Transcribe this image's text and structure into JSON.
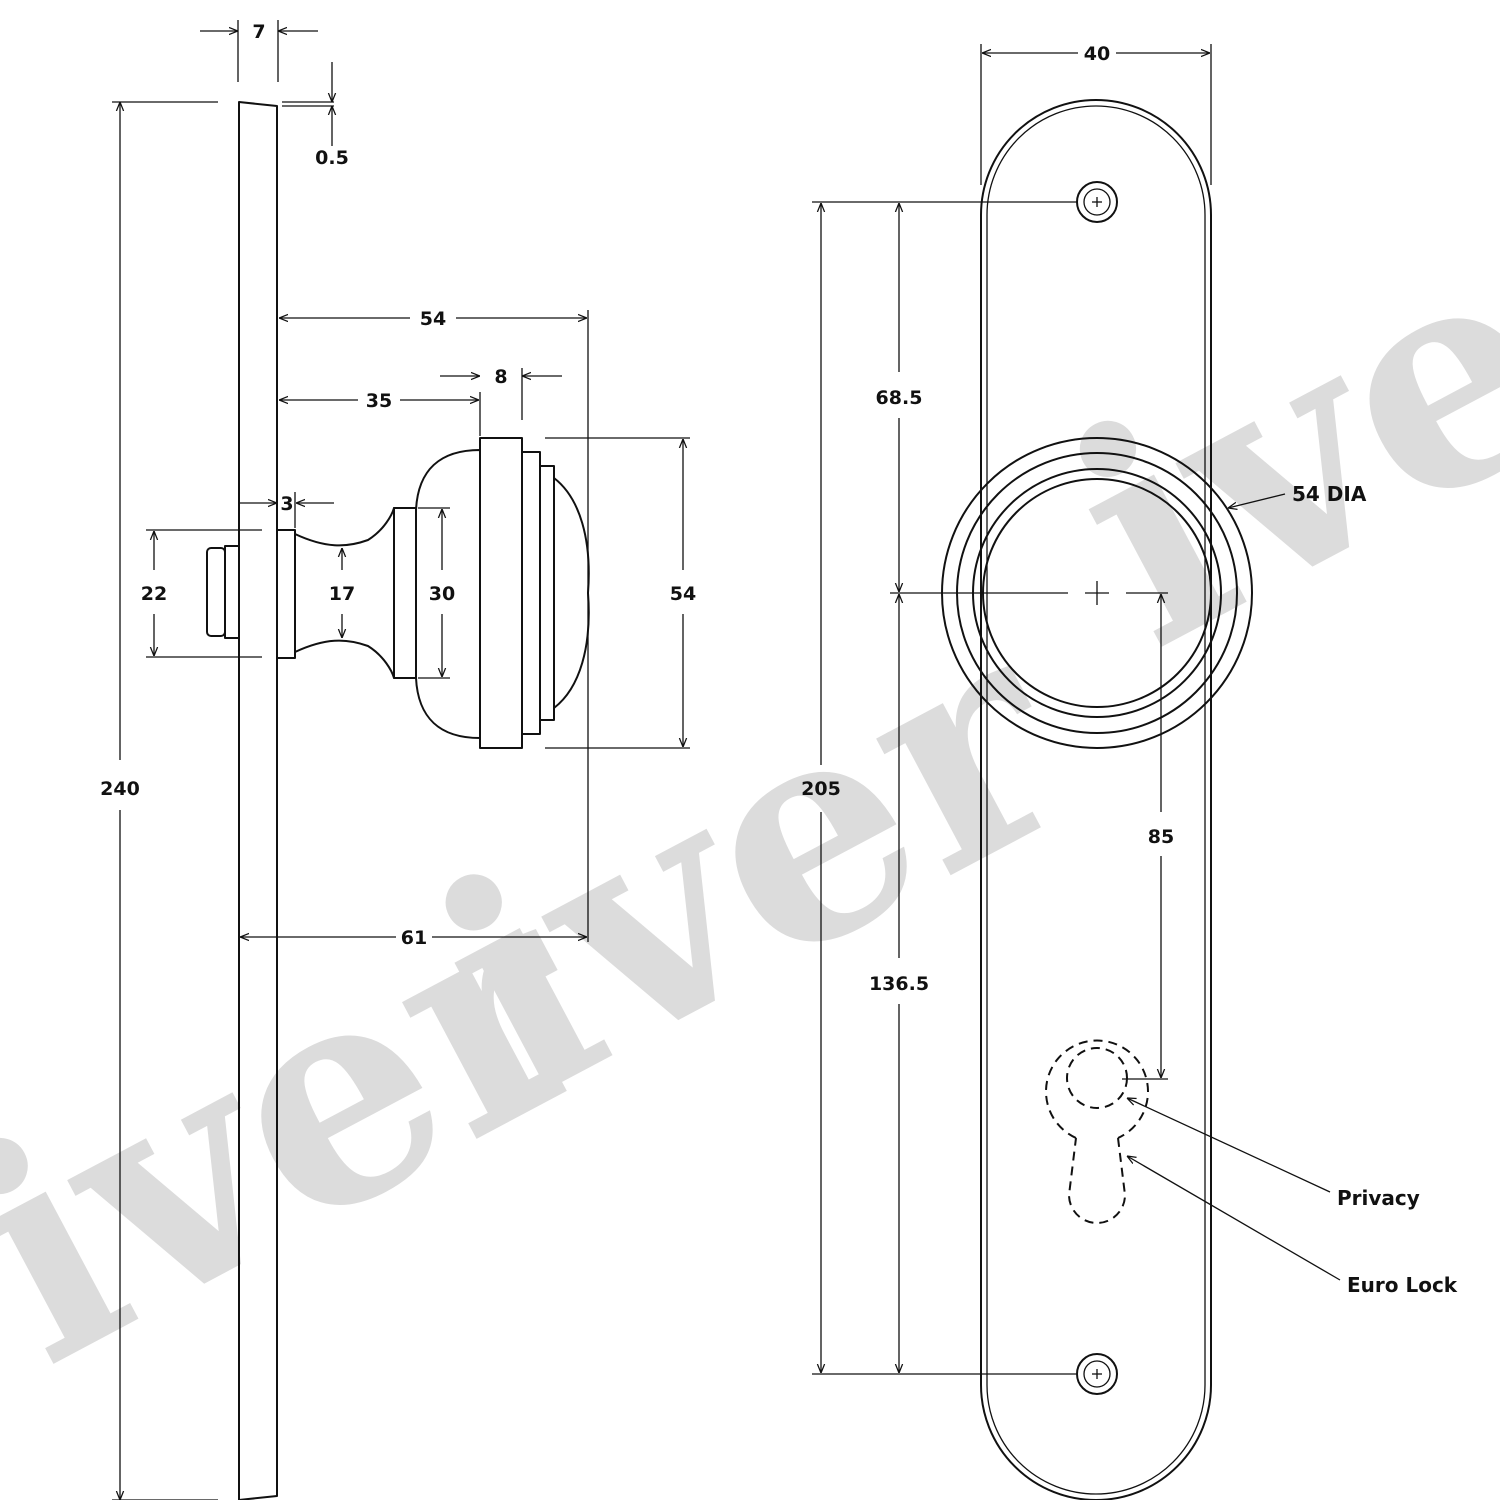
{
  "watermark": {
    "text_a": "iver",
    "text_b": "iver",
    "text_c": "ive"
  },
  "side_view": {
    "plate_thickness": "7",
    "plate_taper": "0.5",
    "plate_height": "240",
    "knob_projection_overall": "54",
    "knob_neck_depth": "35",
    "knob_rim_depth": "8",
    "rose_thickness": "3",
    "spindle_boss": "22",
    "neck_dia": "17",
    "collar_dia": "30",
    "knob_dia": "54",
    "total_projection": "61"
  },
  "front_view": {
    "plate_width": "40",
    "rose_label": "54 DIA",
    "fixing_centres": "205",
    "top_to_centre": "68.5",
    "centre_to_bottom": "136.5",
    "centre_to_lock": "85",
    "privacy_label": "Privacy",
    "euro_lock_label": "Euro Lock"
  }
}
